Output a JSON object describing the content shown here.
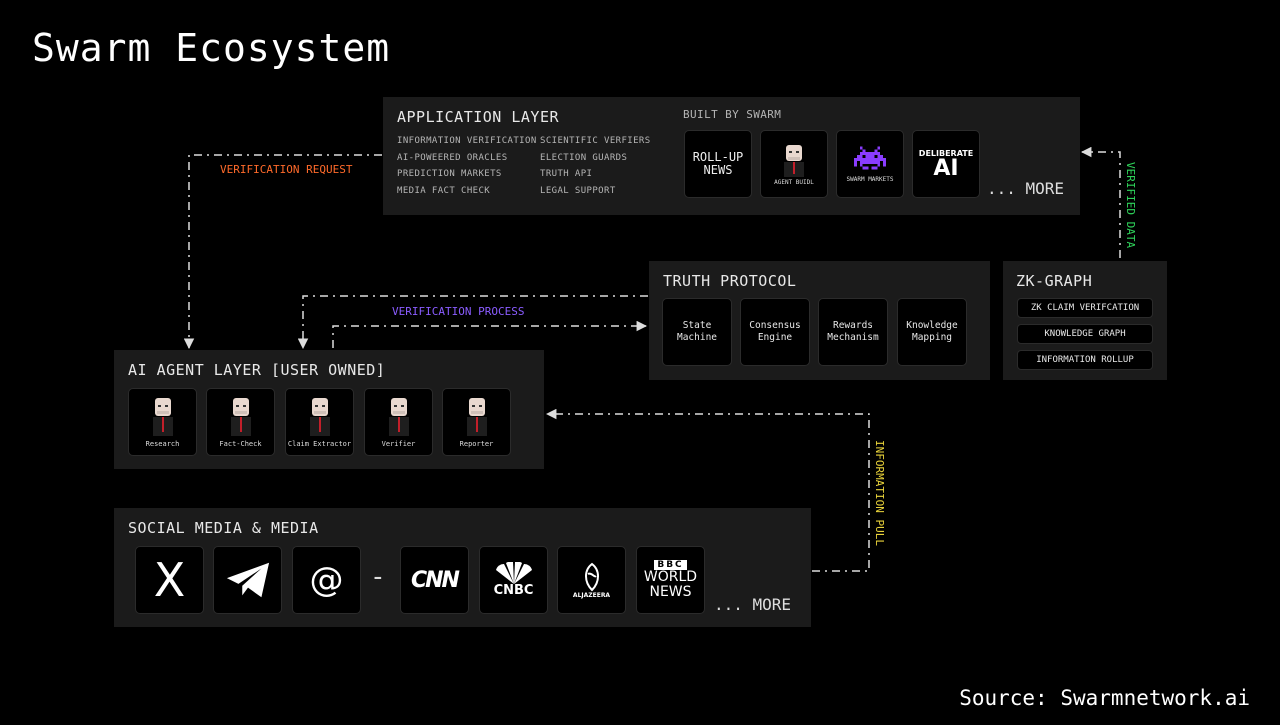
{
  "title": "Swarm Ecosystem",
  "source": "Source: Swarmnetwork.ai",
  "colors": {
    "verification_request": "#ff6a2a",
    "verification_process": "#8a5cff",
    "verified_data": "#2ed35a",
    "information_pull": "#e8d23a"
  },
  "application_layer": {
    "title": "APPLICATION LAYER",
    "col1": [
      "INFORMATION VERIFICATION",
      "AI-POWEERED ORACLES",
      "PREDICTION MARKETS",
      "MEDIA FACT CHECK"
    ],
    "col2": [
      "SCIENTIFIC VERFIERS",
      "ELECTION GUARDS",
      "TRUTH API",
      "LEGAL SUPPORT"
    ],
    "built_by": "BUILT BY SWARM",
    "apps": [
      {
        "line1": "ROLL-UP",
        "line2": "NEWS"
      },
      {
        "label": "AGENT BUIDL",
        "icon": "agent-avatar-icon"
      },
      {
        "label": "SWARM MARKETS",
        "icon": "space-invader-icon"
      },
      {
        "line1": "DELIBERATE",
        "line2": "AI"
      }
    ],
    "more": "... MORE"
  },
  "truth_protocol": {
    "title": "TRUTH PROTOCOL",
    "cards": [
      {
        "line1": "State",
        "line2": "Machine"
      },
      {
        "line1": "Consensus",
        "line2": "Engine"
      },
      {
        "line1": "Rewards",
        "line2": "Mechanism"
      },
      {
        "line1": "Knowledge",
        "line2": "Mapping"
      }
    ]
  },
  "zk_graph": {
    "title": "ZK-GRAPH",
    "items": [
      "ZK CLAIM VERIFCATION",
      "KNOWLEDGE GRAPH",
      "INFORMATION ROLLUP"
    ]
  },
  "agent_layer": {
    "title": "AI AGENT LAYER [USER OWNED]",
    "agents": [
      "Research",
      "Fact-Check",
      "Claim Extractor",
      "Verifier",
      "Reporter"
    ]
  },
  "social_layer": {
    "title": "SOCIAL MEDIA & MEDIA",
    "separator": "-",
    "social": [
      {
        "glyph": "X",
        "icon": "x-logo-icon"
      },
      {
        "icon": "telegram-icon"
      },
      {
        "glyph": "@",
        "icon": "threads-icon"
      }
    ],
    "media": [
      {
        "text": "CNN",
        "icon": "cnn-logo-icon"
      },
      {
        "text": "CNBC",
        "icon": "cnbc-logo-icon"
      },
      {
        "text": "ALJAZEERA",
        "icon": "aljazeera-logo-icon"
      },
      {
        "l1": "BBC",
        "l2": "WORLD",
        "l3": "NEWS",
        "icon": "bbc-world-news-logo-icon"
      }
    ],
    "more": "... MORE"
  },
  "flows": {
    "verification_request": "VERIFICATION REQUEST",
    "verification_process": "VERIFICATION PROCESS",
    "verified_data": "VERIFIED DATA",
    "information_pull": "INFORMATION PULL"
  }
}
